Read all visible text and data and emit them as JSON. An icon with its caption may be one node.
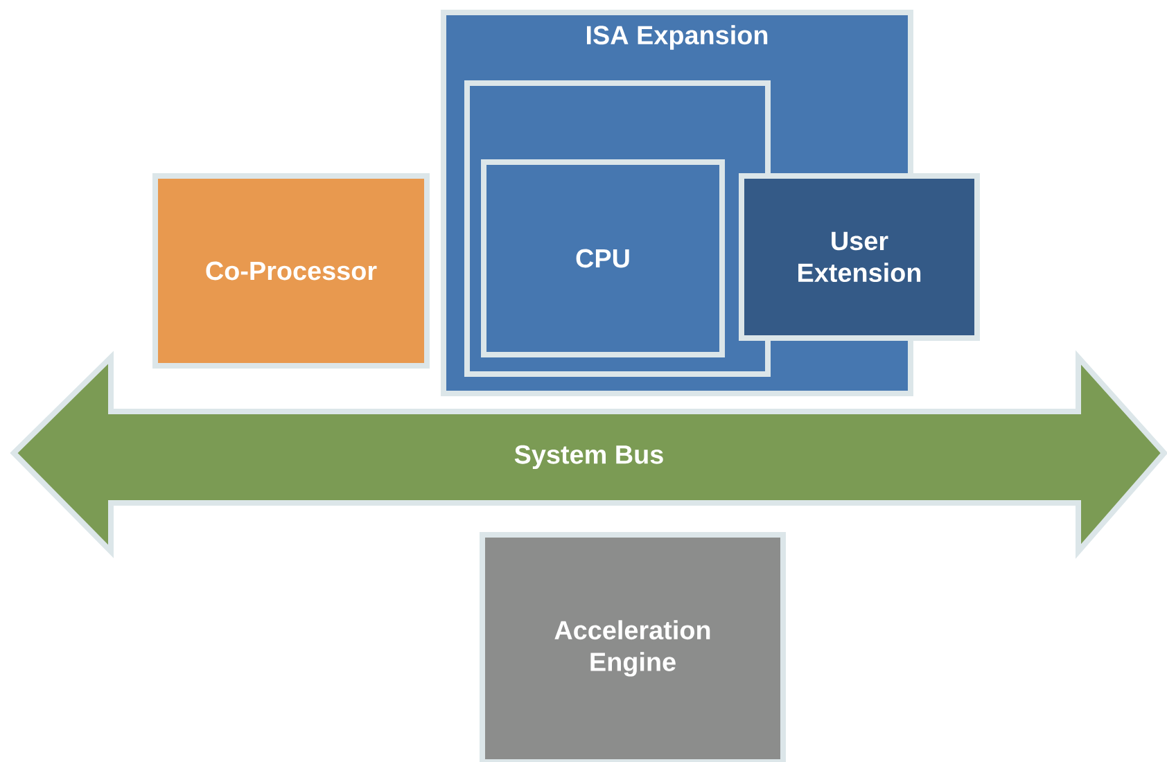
{
  "diagram": {
    "nodes": [
      {
        "text": [
          "Co-Processor"
        ]
      },
      {
        "text": [
          "ISA Expansion"
        ]
      },
      {
        "text": [],
        "shape": "box",
        "in": 1
      },
      {
        "text": [
          "CPU"
        ],
        "in": 2
      },
      {
        "text": [
          "User Extension"
        ]
      },
      {
        "text": [
          "System Bus"
        ]
      },
      {
        "text": [
          "Acceleration Engine"
        ]
      }
    ],
    "edges": []
  }
}
